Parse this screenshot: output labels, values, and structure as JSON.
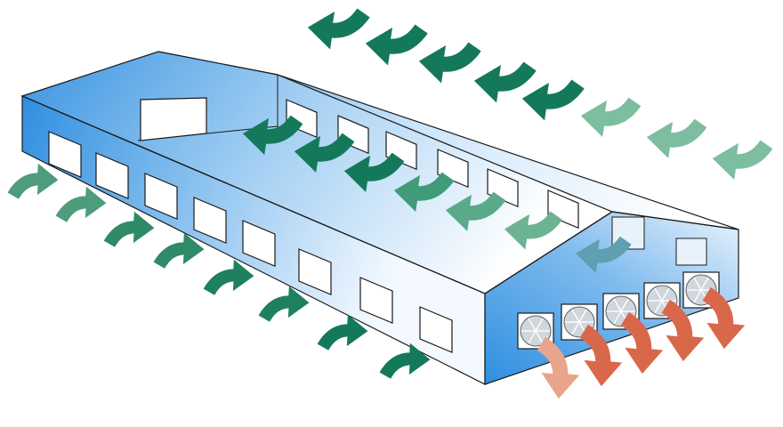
{
  "diagram": {
    "subject": "tunnel-ventilated-barn",
    "colors": {
      "wall_deep": "#2f8fe0",
      "wall_light": "#ffffff",
      "outline": "#1a1a1a",
      "window_fill": "#ffffff",
      "intake_arrow_dark": "#14795a",
      "intake_arrow_light": "#7dbda0",
      "exhaust_arrow": "#d9684a",
      "exhaust_arrow_light": "#e9a48c",
      "fan_guard": "#cfd6dc"
    },
    "fan_count": 5,
    "exhaust_arrow_count": 5
  }
}
